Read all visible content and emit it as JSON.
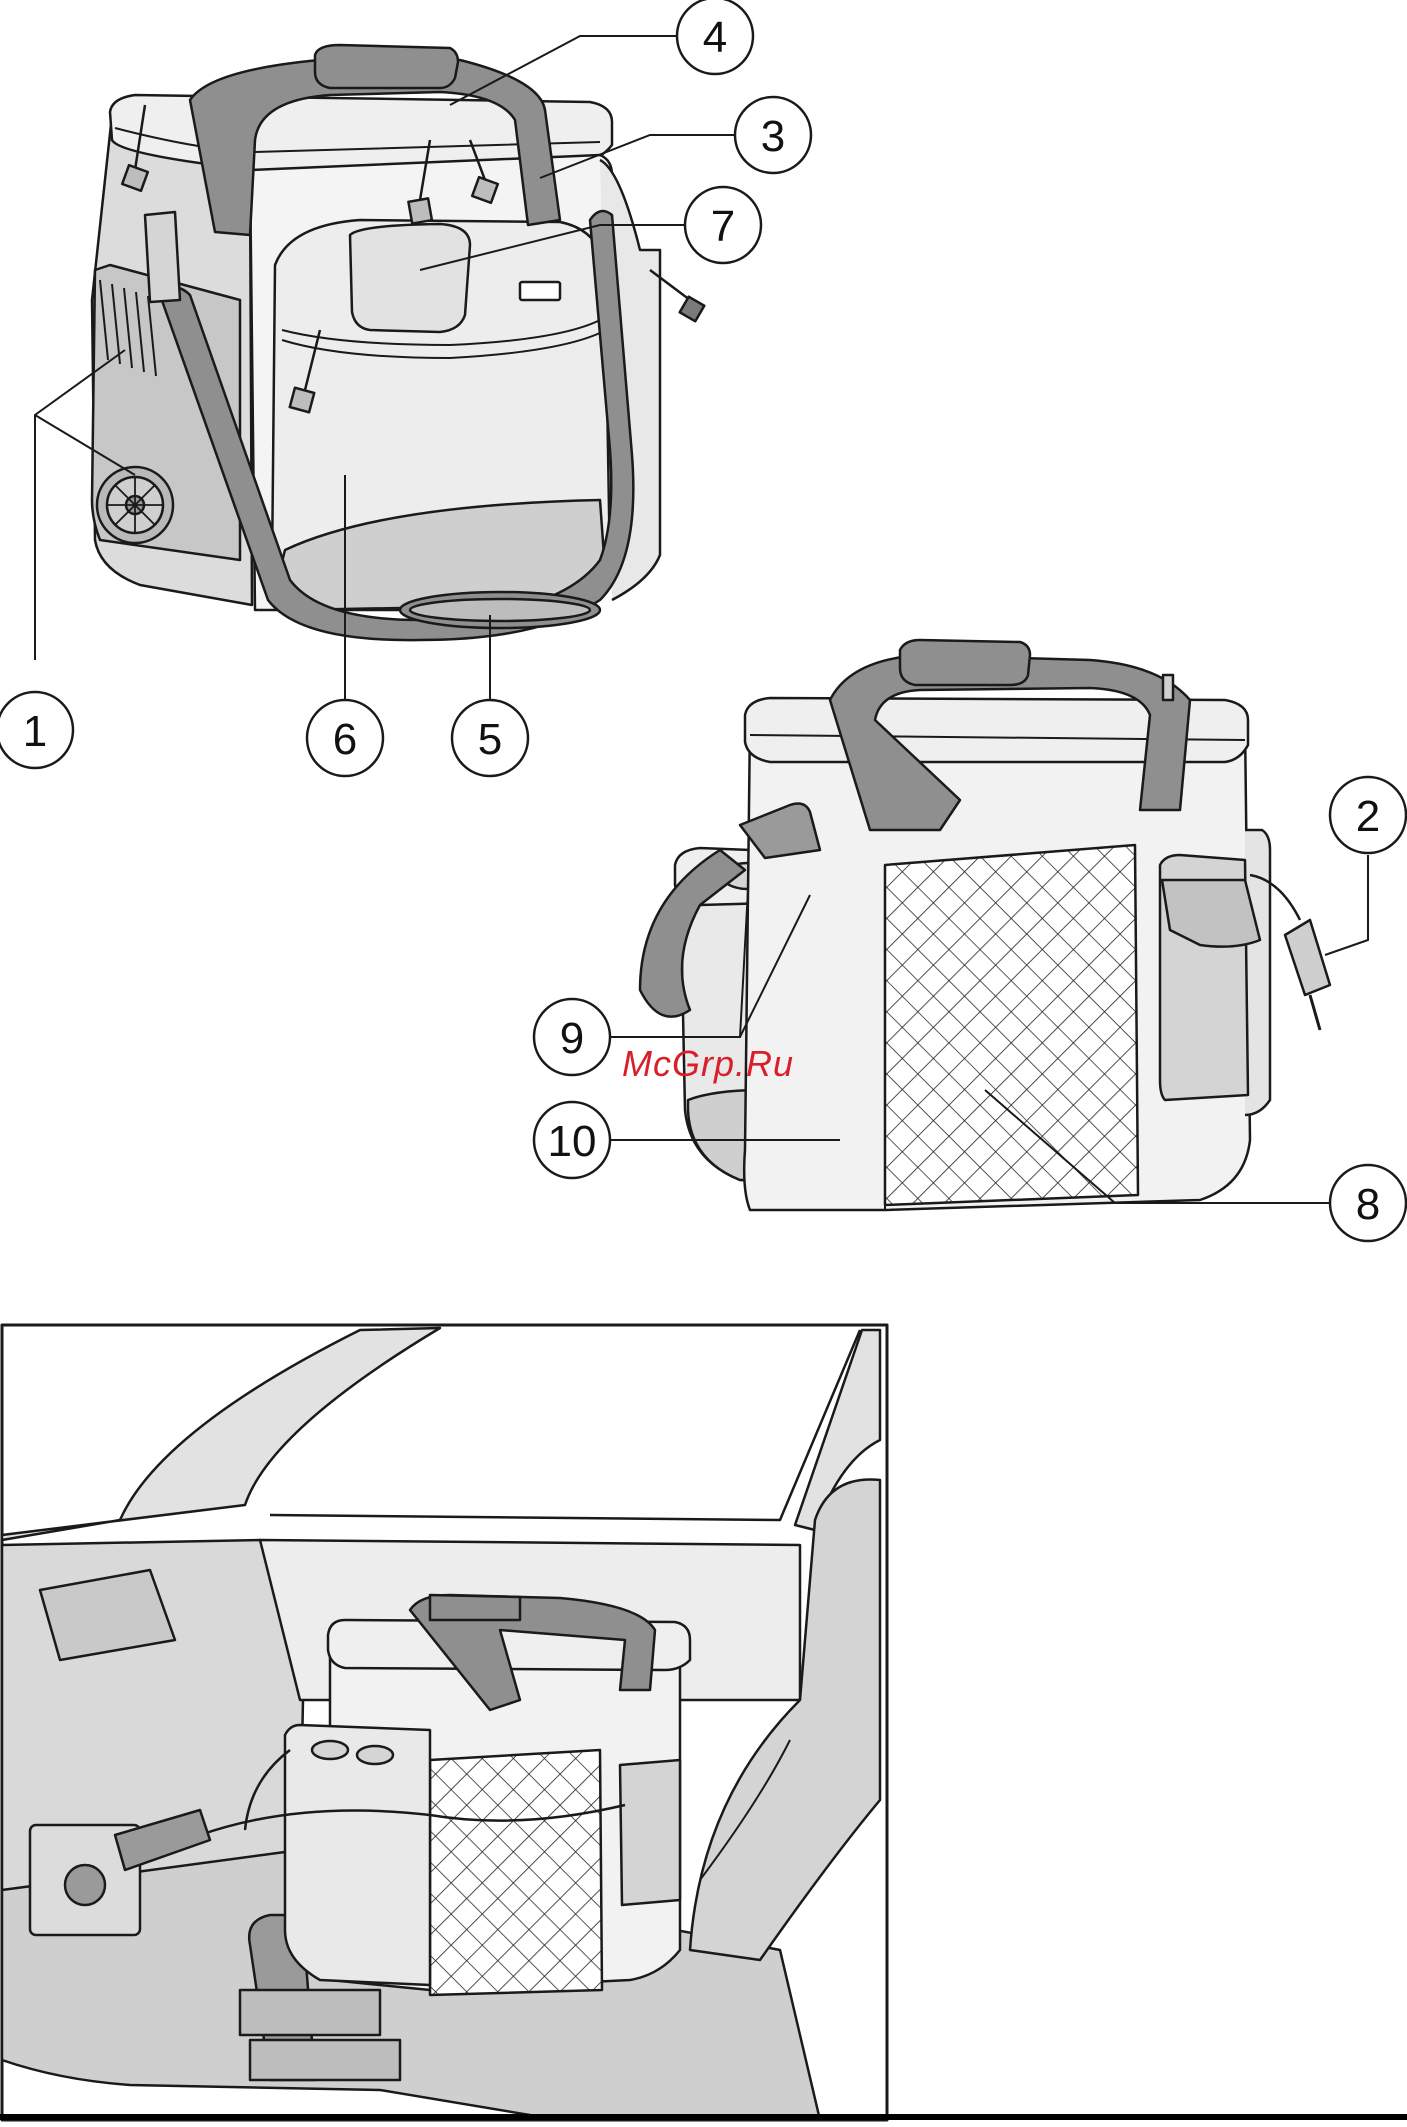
{
  "figure": {
    "callouts": [
      {
        "id": "c1",
        "label": "1"
      },
      {
        "id": "c2",
        "label": "2"
      },
      {
        "id": "c3",
        "label": "3"
      },
      {
        "id": "c4",
        "label": "4"
      },
      {
        "id": "c5",
        "label": "5"
      },
      {
        "id": "c6",
        "label": "6"
      },
      {
        "id": "c7",
        "label": "7"
      },
      {
        "id": "c8",
        "label": "8"
      },
      {
        "id": "c9",
        "label": "9"
      },
      {
        "id": "c10",
        "label": "10"
      }
    ],
    "watermark": "McGrp.Ru"
  },
  "colors": {
    "outline": "#1a1a1a",
    "strap": "#8f8f8f",
    "panel_light": "#e6e6e6",
    "panel_mid": "#cfcfcf",
    "panel_dark": "#b5b5b5",
    "watermark": "#d9202a"
  }
}
